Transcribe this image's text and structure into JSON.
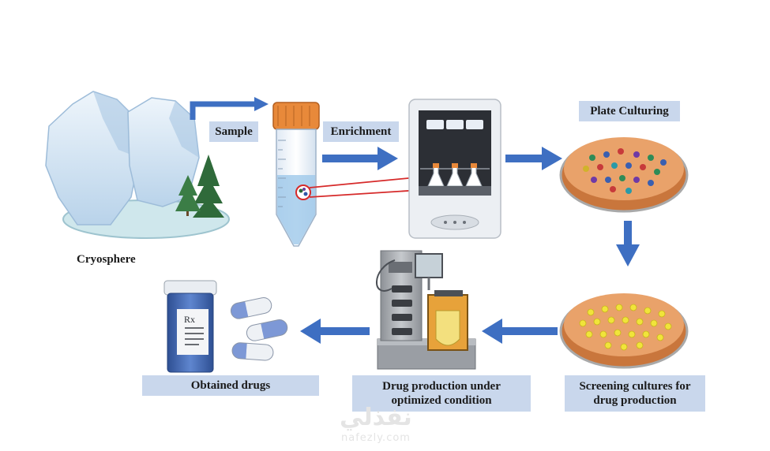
{
  "labels": {
    "sample": "Sample",
    "enrichment": "Enrichment",
    "plate_culturing": "Plate Culturing",
    "cryosphere": "Cryosphere",
    "screening_line1": "Screening cultures for",
    "screening_line2": "drug production",
    "drug_production_line1": "Drug production under",
    "drug_production_line2": "optimized condition",
    "obtained_drugs": "Obtained drugs"
  },
  "bottle_label": "Rx",
  "watermark": {
    "arabic": "نفذلي",
    "latin": "nafezly.com"
  },
  "colors": {
    "arrow": "#3e6fc2",
    "label_bg": "#c9d7ec",
    "agar": "#e9a26a",
    "screen_colony": "#f1e43a"
  }
}
